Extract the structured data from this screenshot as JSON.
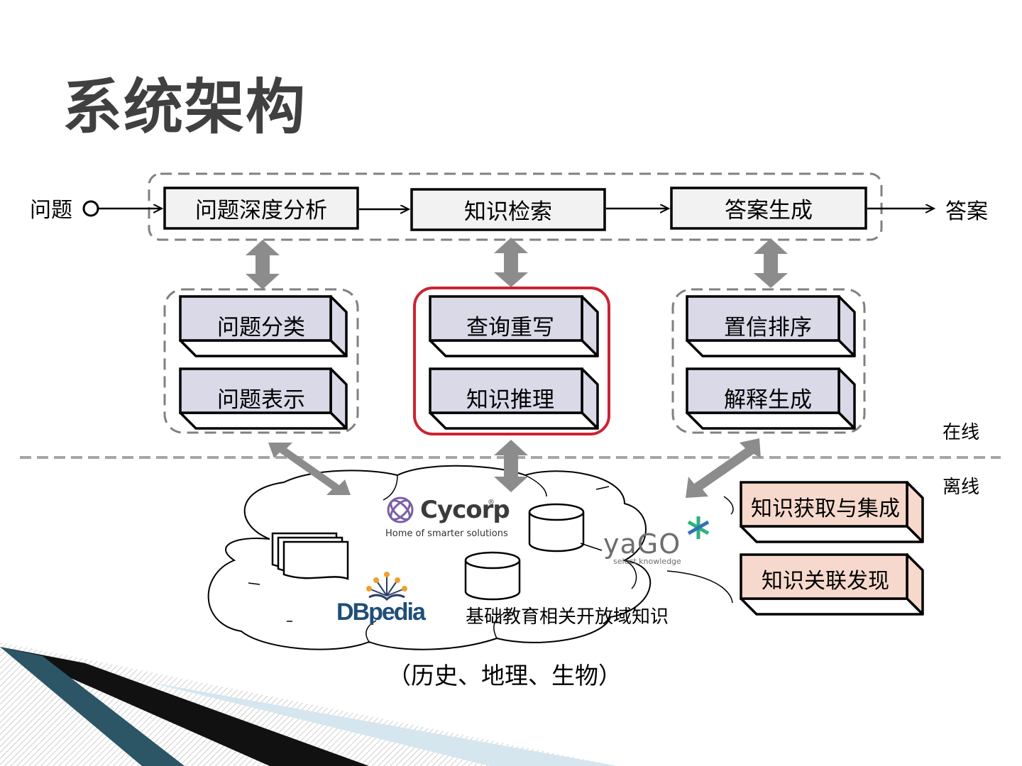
{
  "title": "系统架构",
  "flow": {
    "input": "问题",
    "output": "答案",
    "stages": [
      "问题深度分析",
      "知识检索",
      "答案生成"
    ]
  },
  "modules": {
    "left": [
      "问题分类",
      "问题表示"
    ],
    "center": [
      "查询重写",
      "知识推理"
    ],
    "right": [
      "置信排序",
      "解释生成"
    ]
  },
  "offline_tasks": [
    "知识获取与集成",
    "知识关联发现"
  ],
  "labels": {
    "online": "在线",
    "offline": "离线"
  },
  "knowledge": {
    "caption": "基础教育相关开放域知识",
    "subjects": "（历史、地理、生物）"
  },
  "logos": {
    "cycorp": "Cycorp",
    "cycorp_registered": "®",
    "cycorp_tagline": "Home of smarter solutions",
    "dbpedia": "DBpedia",
    "yago": "yaGO",
    "yago_tagline": "select knowledge"
  },
  "colors": {
    "stage_fill": "#f2f2f2",
    "module_fill": "#d9d9e8",
    "offline_fill": "#f6d9cc",
    "highlight_border": "#cc2233",
    "arrow_gray": "#8c8c8c",
    "dashed_gray": "#808080",
    "dbpedia_blue": "#1f4e79",
    "yago_green": "#2db27d"
  }
}
